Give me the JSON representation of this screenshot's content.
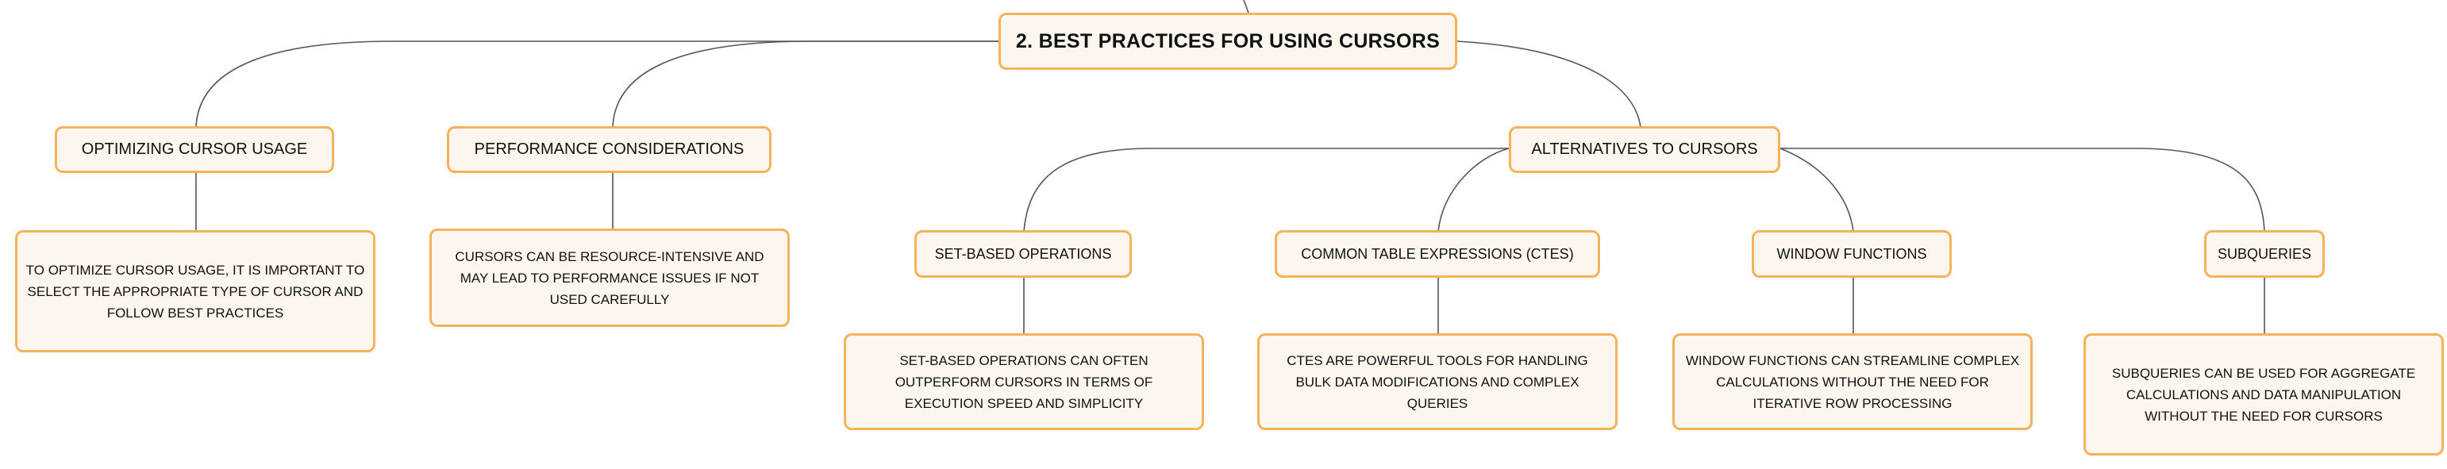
{
  "diagram": {
    "root": {
      "label": "2. BEST PRACTICES FOR USING CURSORS"
    },
    "branches": [
      {
        "label": "OPTIMIZING CURSOR USAGE",
        "detail": "TO OPTIMIZE CURSOR USAGE, IT IS IMPORTANT TO SELECT THE APPROPRIATE TYPE OF CURSOR AND FOLLOW BEST PRACTICES"
      },
      {
        "label": "PERFORMANCE CONSIDERATIONS",
        "detail": "CURSORS CAN BE RESOURCE-INTENSIVE AND MAY LEAD TO PERFORMANCE ISSUES IF NOT USED CAREFULLY"
      },
      {
        "label": "ALTERNATIVES TO CURSORS",
        "children": [
          {
            "label": "SET-BASED OPERATIONS",
            "detail": "SET-BASED OPERATIONS CAN OFTEN OUTPERFORM CURSORS IN TERMS OF EXECUTION SPEED AND SIMPLICITY"
          },
          {
            "label": "COMMON TABLE EXPRESSIONS (CTES)",
            "detail": "CTES ARE POWERFUL TOOLS FOR HANDLING BULK DATA MODIFICATIONS AND COMPLEX QUERIES"
          },
          {
            "label": "WINDOW FUNCTIONS",
            "detail": "WINDOW FUNCTIONS CAN STREAMLINE COMPLEX CALCULATIONS WITHOUT THE NEED FOR ITERATIVE ROW PROCESSING"
          },
          {
            "label": "SUBQUERIES",
            "detail": "SUBQUERIES CAN BE USED FOR AGGREGATE CALCULATIONS AND DATA MANIPULATION WITHOUT THE NEED FOR CURSORS"
          }
        ]
      }
    ]
  },
  "colors": {
    "node_border": "#f6b25a",
    "node_fill": "#fdf6ee",
    "connector": "#555555"
  }
}
